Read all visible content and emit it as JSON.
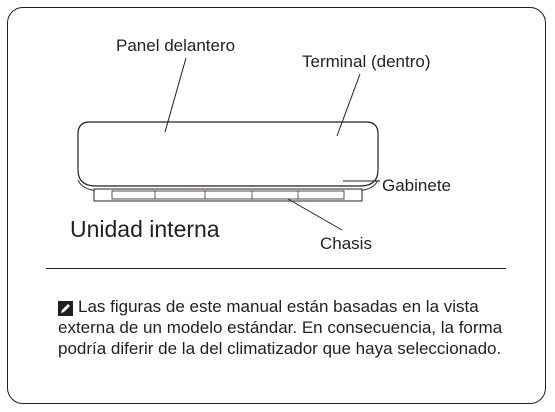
{
  "diagram": {
    "labels": {
      "panel": "Panel delantero",
      "terminal": "Terminal (dentro)",
      "cabinet": "Gabinete",
      "chassis": "Chasis"
    },
    "unit_title": "Unidad interna"
  },
  "note": {
    "icon": "pencil-note-icon",
    "text": "Las figuras de este manual están basadas en la vista externa de un modelo estándar. En consecuencia, la forma podría diferir de la del climatizador que haya seleccionado."
  }
}
